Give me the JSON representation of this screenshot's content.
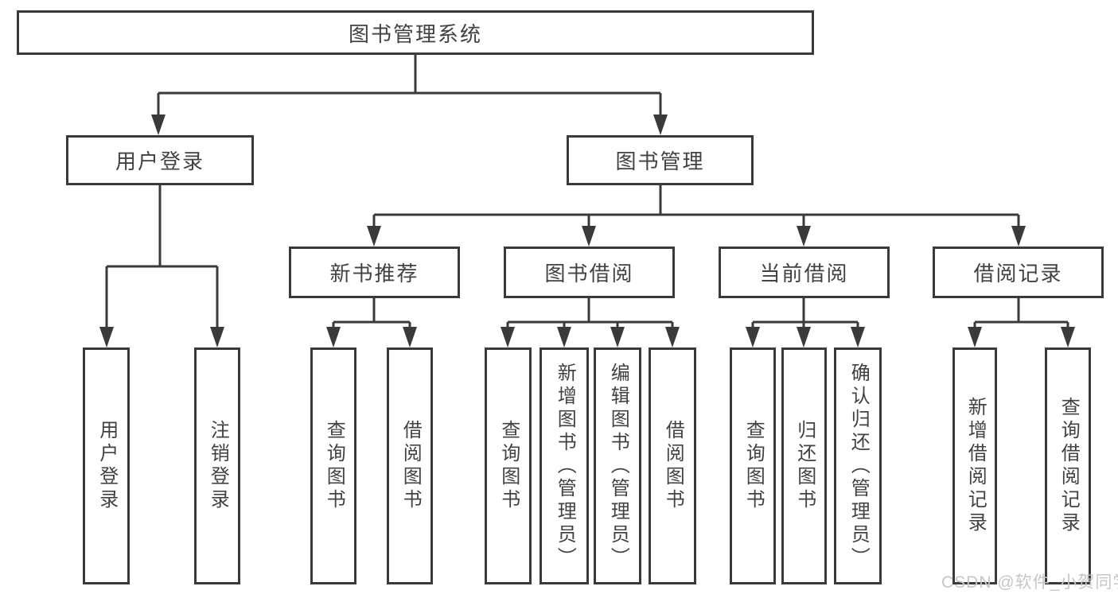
{
  "diagram": {
    "root": {
      "label": "图书管理系统"
    },
    "level2": [
      {
        "label": "用户登录"
      },
      {
        "label": "图书管理"
      }
    ],
    "level3": [
      {
        "label": "新书推荐"
      },
      {
        "label": "图书借阅"
      },
      {
        "label": "当前借阅"
      },
      {
        "label": "借阅记录"
      }
    ],
    "leaves": {
      "user_login": [
        "用户登录",
        "注销登录"
      ],
      "new_book": [
        "查询图书",
        "借阅图书"
      ],
      "book_borrow": [
        "查询图书",
        "新增图书（管理员）",
        "编辑图书（管理员）",
        "借阅图书"
      ],
      "current_borrow": [
        "查询图书",
        "归还图书",
        "确认归还（管理员）"
      ],
      "borrow_records": [
        "新增借阅记录",
        "查询借阅记录"
      ]
    }
  },
  "watermark": {
    "text": "CSDN @软件_小贺同学"
  },
  "colors": {
    "line": "#3a3a3a",
    "text": "#424242",
    "watermark": "#c6c6c6",
    "background": "#ffffff"
  }
}
